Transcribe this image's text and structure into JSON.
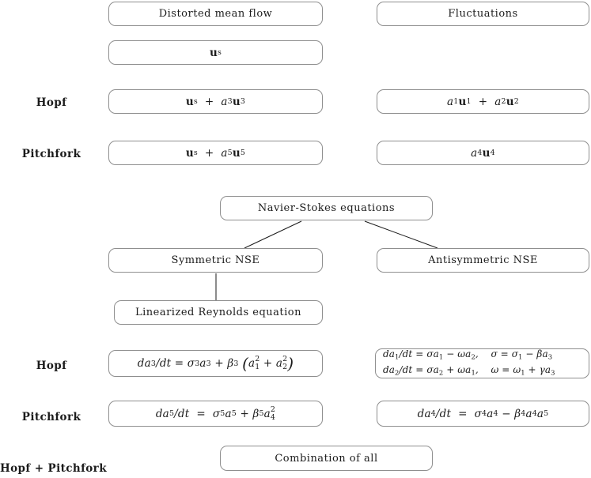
{
  "figure": {
    "headers": {
      "mean_flow": "Distorted mean flow",
      "fluctuations": "Fluctuations"
    },
    "row_labels": {
      "hopf_top": "Hopf",
      "pitchfork_top": "Pitchfork",
      "hopf_bottom": "Hopf",
      "pitchfork_bottom": "Pitchfork",
      "combined": "Hopf + Pitchfork"
    },
    "tree": {
      "root": "Navier-Stokes equations",
      "symmetric": "Symmetric NSE",
      "antisymmetric": "Antisymmetric NSE",
      "linearized": "Linearized Reynolds equation"
    },
    "combination": "Combination of all",
    "equations": {
      "base_flow": [
        {
          "t": "u",
          "b": true,
          "sub": "s"
        }
      ],
      "hopf_mean": [
        {
          "t": "u",
          "b": true,
          "sub": "s"
        },
        {
          "t": "  +  a",
          "sub": "3"
        },
        {
          "t": "u",
          "b": true,
          "sub": "3"
        }
      ],
      "hopf_fluct": [
        {
          "t": "a",
          "sub": "1"
        },
        {
          "t": "u",
          "b": true,
          "sub": "1"
        },
        {
          "t": "  +  a",
          "sub": "2"
        },
        {
          "t": "u",
          "b": true,
          "sub": "2"
        }
      ],
      "pitchfork_mean": [
        {
          "t": "u",
          "b": true,
          "sub": "s"
        },
        {
          "t": "  +  a",
          "sub": "5"
        },
        {
          "t": "u",
          "b": true,
          "sub": "5"
        }
      ],
      "pitchfork_fluct": [
        {
          "t": "a",
          "sub": "4"
        },
        {
          "t": "u",
          "b": true,
          "sub": "4"
        }
      ],
      "hopf_symmetric": [
        {
          "t": "da",
          "sub": "3"
        },
        {
          "t": "/dt = σ",
          "sub": "3"
        },
        {
          "t": "a",
          "sub": "3"
        },
        {
          "t": " + β",
          "sub": "3"
        },
        {
          "t": " "
        },
        {
          "t": "(",
          "big": true
        },
        {
          "t": "a",
          "sub": "1",
          "sup": "2"
        },
        {
          "t": " + "
        },
        {
          "t": "a",
          "sub": "2",
          "sup": "2"
        },
        {
          "t": ")",
          "big": true
        }
      ],
      "hopf_antisymmetric_1": [
        {
          "t": "da",
          "sub": "1"
        },
        {
          "t": "/dt = σa",
          "sub": "1"
        },
        {
          "t": " − ωa",
          "sub": "2"
        },
        {
          "t": ",    σ = σ",
          "sub": "1"
        },
        {
          "t": " − βa",
          "sub": "3"
        }
      ],
      "hopf_antisymmetric_2": [
        {
          "t": "da",
          "sub": "2"
        },
        {
          "t": "/dt = σa",
          "sub": "2"
        },
        {
          "t": " + ωa",
          "sub": "1"
        },
        {
          "t": ",    ω = ω",
          "sub": "1"
        },
        {
          "t": " + γa",
          "sub": "3"
        }
      ],
      "pitchfork_symmetric": [
        {
          "t": "da",
          "sub": "5"
        },
        {
          "t": "/dt  =  σ",
          "sub": "5"
        },
        {
          "t": "a",
          "sub": "5"
        },
        {
          "t": " + β",
          "sub": "5"
        },
        {
          "t": "a",
          "sub": "4",
          "sup": "2"
        }
      ],
      "pitchfork_antisymmetric": [
        {
          "t": "da",
          "sub": "4"
        },
        {
          "t": "/dt  =  σ",
          "sub": "4"
        },
        {
          "t": "a",
          "sub": "4"
        },
        {
          "t": " − β",
          "sub": "4"
        },
        {
          "t": "a",
          "sub": "4"
        },
        {
          "t": "a",
          "sub": "5"
        }
      ]
    },
    "colors": {
      "box_border": "#8f8f8f",
      "connector": "#1a1a1a",
      "text": "#1b1b1b",
      "background": "#ffffff"
    }
  }
}
